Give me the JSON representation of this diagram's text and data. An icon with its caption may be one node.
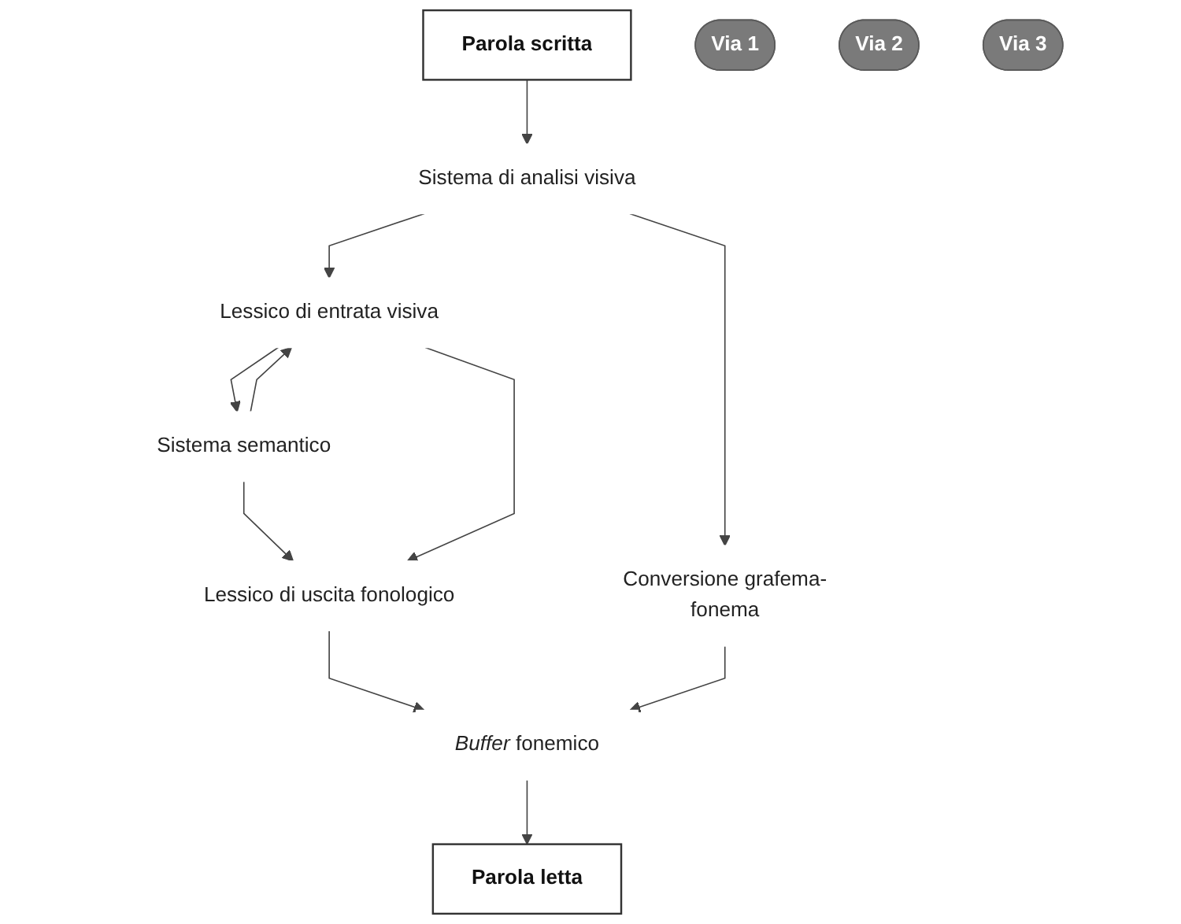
{
  "diagram": {
    "nodes": [
      {
        "text": [
          "Parola scritta"
        ]
      },
      {
        "text": [
          "Sistema di analisi visiva"
        ]
      },
      {
        "text": [
          "Lessico di entrata visiva"
        ]
      },
      {
        "text": [
          "Sistema semantico"
        ]
      },
      {
        "text": [
          "Lessico di uscita fonologico"
        ]
      },
      {
        "text": [
          "*Buffer* fonemico"
        ]
      },
      {
        "text": [
          "Parola letta"
        ]
      },
      {
        "text": [
          "Via 1"
        ]
      },
      {
        "text": [
          "Via 2"
        ]
      },
      {
        "text": [
          "Conversione grafema-fonema"
        ]
      },
      {
        "text": [
          "Via 3"
        ]
      }
    ],
    "edges": [
      {
        "from": 0,
        "to": 1,
        "arrow": "to"
      },
      {
        "from": 1,
        "to": 2,
        "arrow": "to"
      },
      {
        "from": 2,
        "to": 3,
        "arrow": "to"
      },
      {
        "from": 3,
        "to": 2,
        "arrow": "to"
      },
      {
        "from": 3,
        "to": 4,
        "arrow": "to"
      },
      {
        "from": 2,
        "to": 4,
        "arrow": "to"
      },
      {
        "from": 4,
        "to": 5,
        "arrow": "to"
      },
      {
        "from": 5,
        "to": 6,
        "arrow": "to"
      },
      {
        "from": 1,
        "to": 9,
        "arrow": "to"
      },
      {
        "from": 9,
        "to": 5,
        "arrow": "to"
      }
    ]
  }
}
